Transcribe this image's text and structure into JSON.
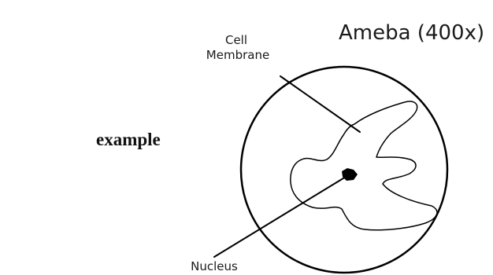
{
  "diagram": {
    "side_label": "example",
    "title": "Ameba (400x)",
    "labels": {
      "cell_membrane_line1": "Cell",
      "cell_membrane_line2": "Membrane",
      "nucleus": "Nucleus"
    }
  },
  "colors": {
    "ink": "#000000",
    "background": "#ffffff"
  }
}
